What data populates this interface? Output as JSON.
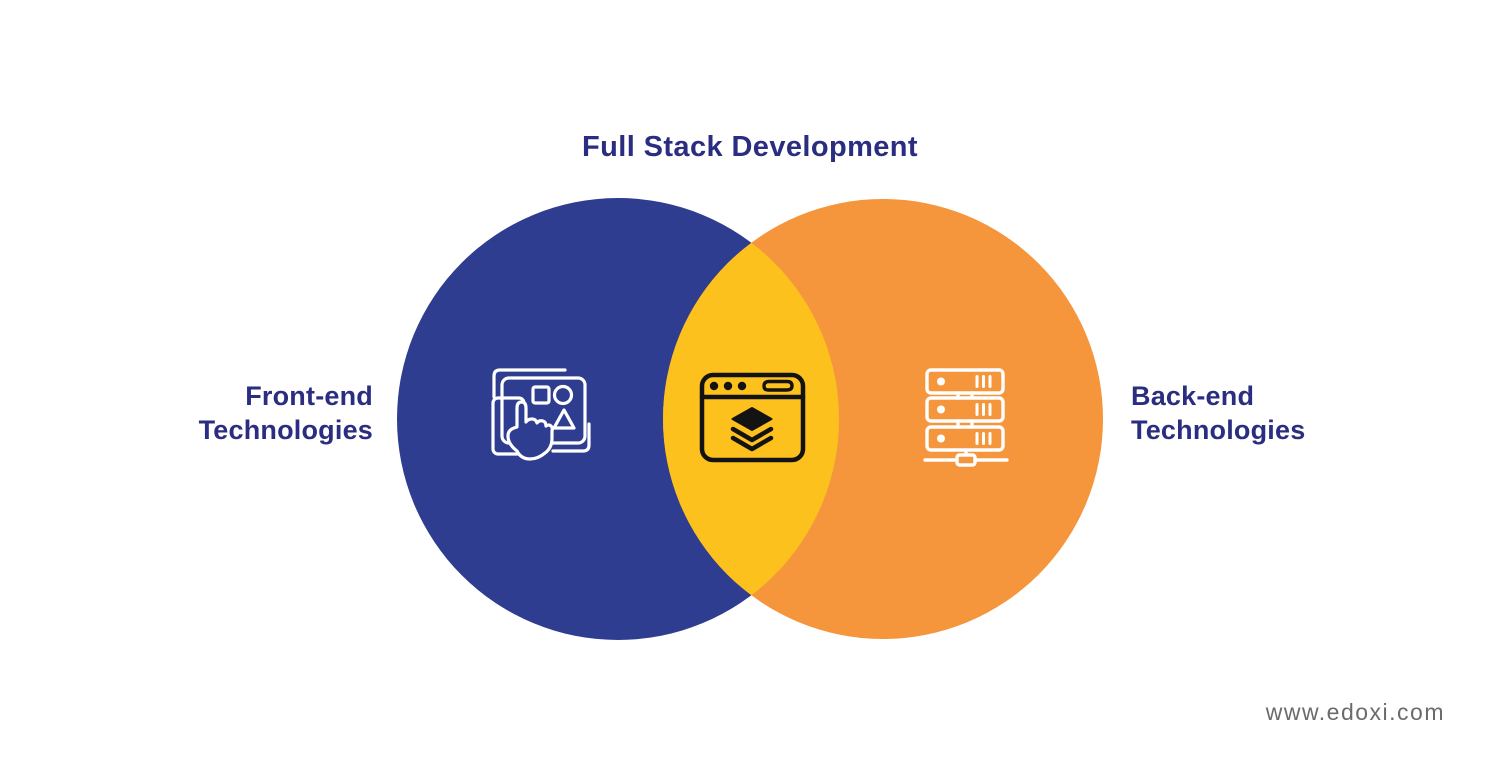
{
  "title": "Full Stack Development",
  "venn": {
    "left": {
      "label": "Front-end Technologies",
      "icon": "ui-touch-design-icon"
    },
    "overlap": {
      "icon": "browser-layers-icon"
    },
    "right": {
      "label": "Back-end Technologies",
      "icon": "server-stack-icon"
    }
  },
  "watermark": "www.edoxi.com",
  "colors": {
    "front_circle": "#2e3d90",
    "back_circle": "#f5953c",
    "overlap": "#fcc11d",
    "heading": "#2b2e80",
    "icon_dark": "#131313",
    "icon_light": "#ffffff",
    "watermark": "#6b6b6b"
  }
}
